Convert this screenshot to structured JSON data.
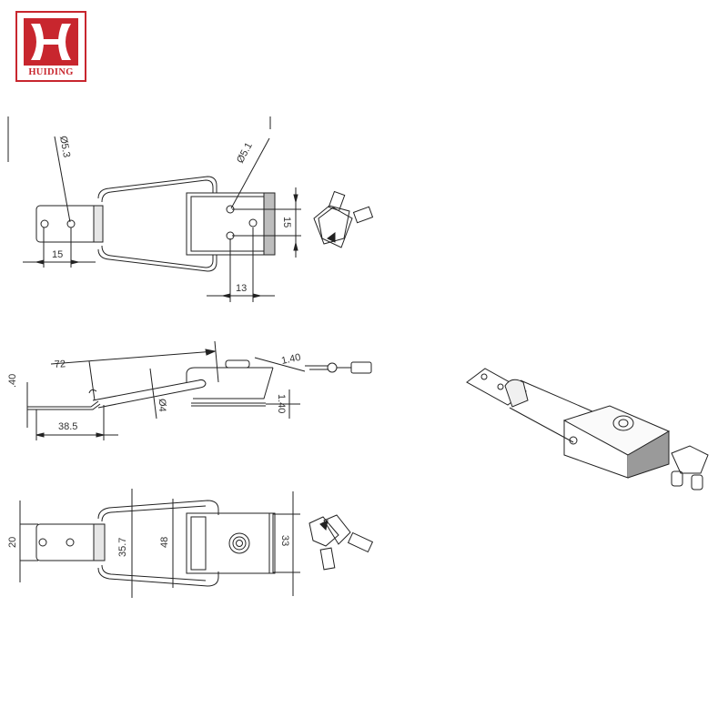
{
  "logo": {
    "brand": "HUIDING",
    "color": "#c8262e"
  },
  "top_view": {
    "dims": {
      "hole_left": "Ø5.3",
      "hole_right": "Ø5.1",
      "hinge_pitch": "15",
      "latch_pitch": "13",
      "latch_height": "15"
    }
  },
  "side_view": {
    "dims": {
      "length": "72",
      "plate_offset": "38.5",
      "rod": "Ø4",
      "thickness_left": ".40",
      "thickness_right": "1.40",
      "angle": "1.40"
    }
  },
  "bottom_view": {
    "dims": {
      "plate_width": "20",
      "loop_inner": "35.7",
      "loop_outer": "48",
      "body_width": "33"
    }
  },
  "iso_view": {
    "label": ""
  }
}
